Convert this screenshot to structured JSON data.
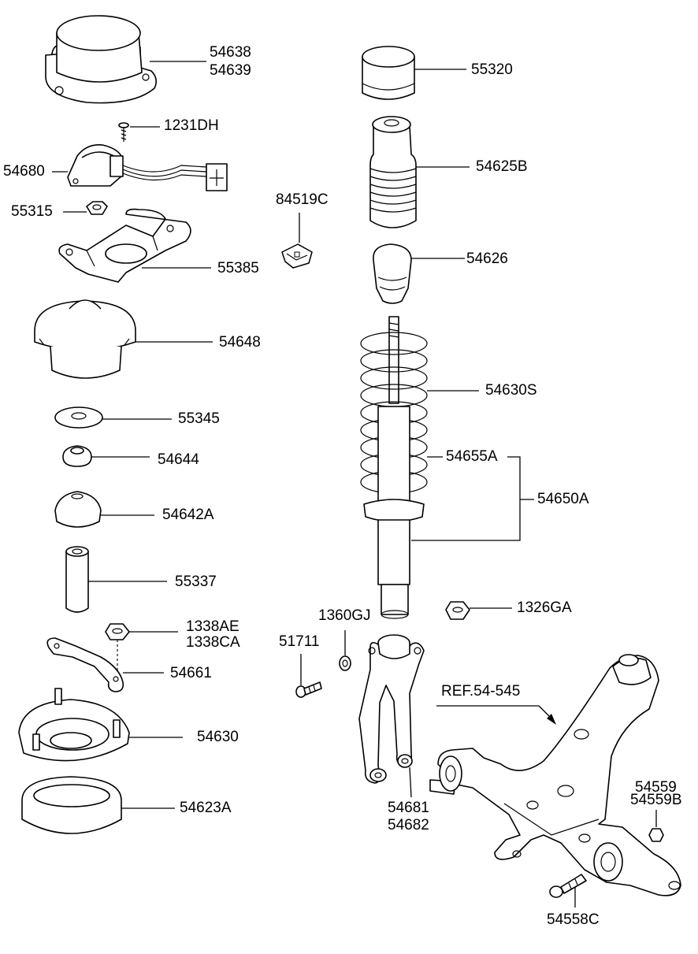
{
  "parts": {
    "p54638": "54638",
    "p54639": "54639",
    "p1231DH": "1231DH",
    "p54680": "54680",
    "p55315": "55315",
    "p84519C": "84519C",
    "p55385": "55385",
    "p54648": "54648",
    "p55345": "55345",
    "p54644": "54644",
    "p54642A": "54642A",
    "p55337": "55337",
    "p1338AE": "1338AE",
    "p1338CA": "1338CA",
    "p54661": "54661",
    "p54630": "54630",
    "p54623A": "54623A",
    "p55320": "55320",
    "p54625B": "54625B",
    "p54626": "54626",
    "p54630S": "54630S",
    "p54655A": "54655A",
    "p54650A": "54650A",
    "p1360GJ": "1360GJ",
    "p51711": "51711",
    "p1326GA": "1326GA",
    "pREF": "REF.54-545",
    "p54681": "54681",
    "p54682": "54682",
    "p54559": "54559",
    "p54559B": "54559B",
    "p54558C": "54558C"
  }
}
